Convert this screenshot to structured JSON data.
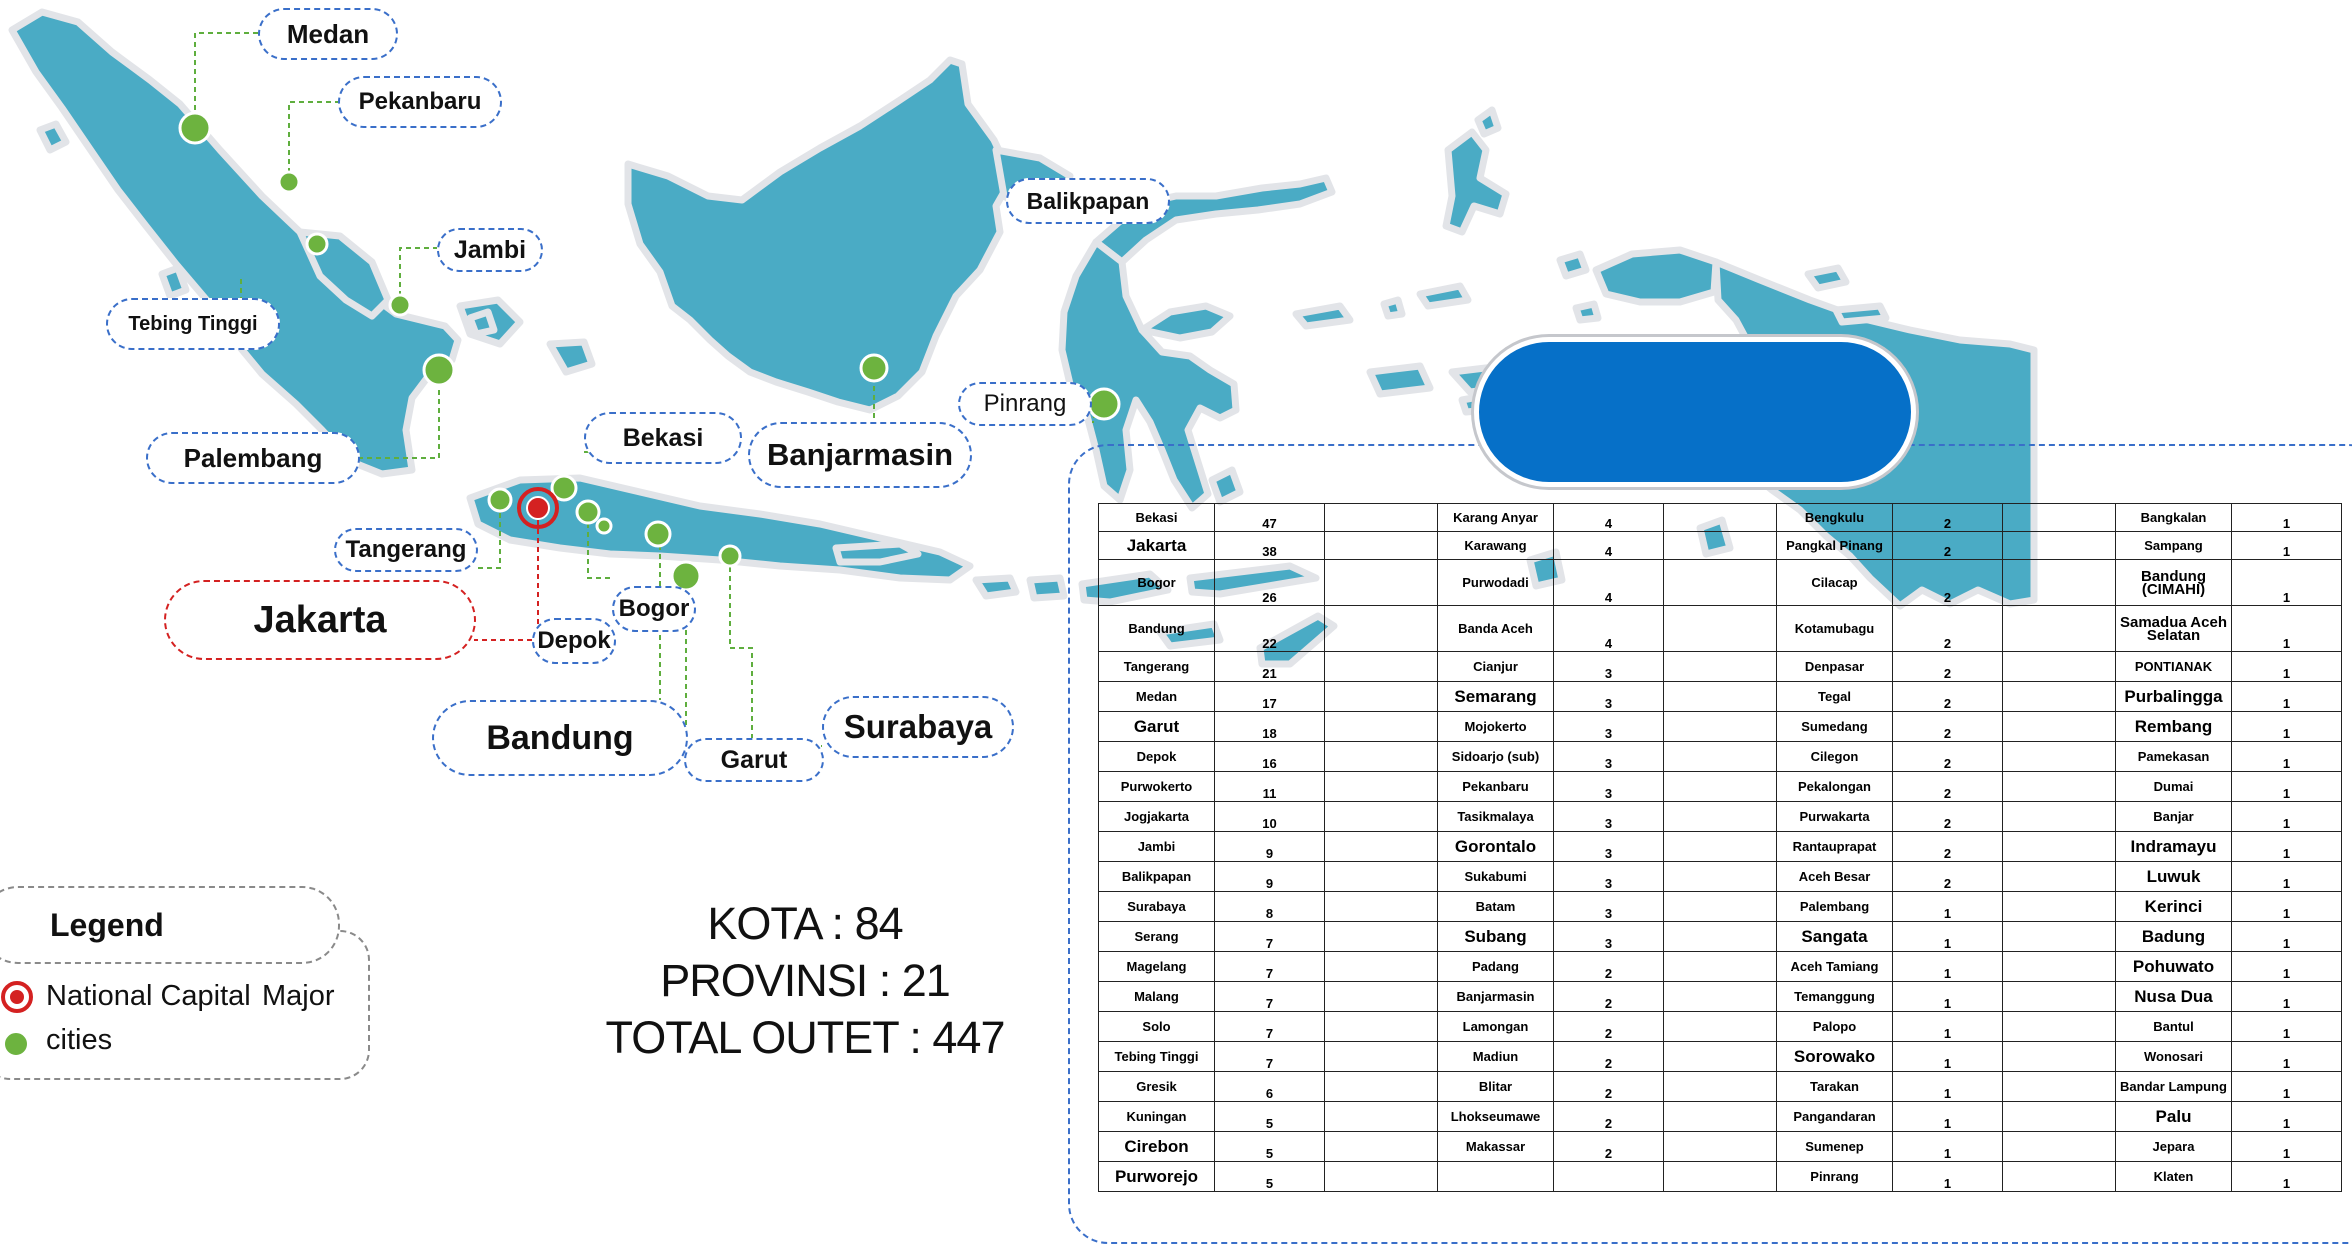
{
  "labels": {
    "medan": "Medan",
    "pekanbaru": "Pekanbaru",
    "jambi": "Jambi",
    "tebing_tinggi": "Tebing Tinggi",
    "palembang": "Palembang",
    "bekasi": "Bekasi",
    "banjarmasin": "Banjarmasin",
    "balikpapan": "Balikpapan",
    "pinrang": "Pinrang",
    "tangerang": "Tangerang",
    "jakarta": "Jakarta",
    "depok": "Depok",
    "bogor": "Bogor",
    "bandung": "Bandung",
    "garut": "Garut",
    "surabaya": "Surabaya"
  },
  "colors": {
    "land": "#4aabc5",
    "city_dot": "#6db33f",
    "capital": "#d42121",
    "callout_border": "#3a6fc9",
    "title_pill": "#0670c8"
  },
  "summary": {
    "kota": "KOTA : 84",
    "provinsi": "PROVINSI : 21",
    "total": "TOTAL OUTET : 447"
  },
  "legend": {
    "title": "Legend",
    "capital_label": "National Capital",
    "major_label": "Major",
    "cities_label": "cities",
    "capital_icon": "capital-marker-icon",
    "city_icon": "city-dot-icon"
  },
  "table": {
    "rows": [
      [
        "Bekasi",
        "47",
        "",
        "Karang Anyar",
        "4",
        "",
        "Bengkulu",
        "2",
        "",
        "Bangkalan",
        "1"
      ],
      [
        "Jakarta",
        "38",
        "",
        "Karawang",
        "4",
        "",
        "Pangkal Pinang",
        "2",
        "",
        "Sampang",
        "1"
      ],
      [
        "Bogor",
        "26",
        "",
        "Purwodadi",
        "4",
        "",
        "Cilacap",
        "2",
        "",
        "Bandung (CIMAHI)",
        "1"
      ],
      [
        "Bandung",
        "22",
        "",
        "Banda Aceh",
        "4",
        "",
        "Kotamubagu",
        "2",
        "",
        "Samadua Aceh Selatan",
        "1"
      ],
      [
        "Tangerang",
        "21",
        "",
        "Cianjur",
        "3",
        "",
        "Denpasar",
        "2",
        "",
        "PONTIANAK",
        "1"
      ],
      [
        "Medan",
        "17",
        "",
        "Semarang",
        "3",
        "",
        "Tegal",
        "2",
        "",
        "Purbalingga",
        "1"
      ],
      [
        "Garut",
        "18",
        "",
        "Mojokerto",
        "3",
        "",
        "Sumedang",
        "2",
        "",
        "Rembang",
        "1"
      ],
      [
        "Depok",
        "16",
        "",
        "Sidoarjo (sub)",
        "3",
        "",
        "Cilegon",
        "2",
        "",
        "Pamekasan",
        "1"
      ],
      [
        "Purwokerto",
        "11",
        "",
        "Pekanbaru",
        "3",
        "",
        "Pekalongan",
        "2",
        "",
        "Dumai",
        "1"
      ],
      [
        "Jogjakarta",
        "10",
        "",
        "Tasikmalaya",
        "3",
        "",
        "Purwakarta",
        "2",
        "",
        "Banjar",
        "1"
      ],
      [
        "Jambi",
        "9",
        "",
        "Gorontalo",
        "3",
        "",
        "Rantauprapat",
        "2",
        "",
        "Indramayu",
        "1"
      ],
      [
        "Balikpapan",
        "9",
        "",
        "Sukabumi",
        "3",
        "",
        "Aceh Besar",
        "2",
        "",
        "Luwuk",
        "1"
      ],
      [
        "Surabaya",
        "8",
        "",
        "Batam",
        "3",
        "",
        "Palembang",
        "1",
        "",
        "Kerinci",
        "1"
      ],
      [
        "Serang",
        "7",
        "",
        "Subang",
        "3",
        "",
        "Sangata",
        "1",
        "",
        "Badung",
        "1"
      ],
      [
        "Magelang",
        "7",
        "",
        "Padang",
        "2",
        "",
        "Aceh Tamiang",
        "1",
        "",
        "Pohuwato",
        "1"
      ],
      [
        "Malang",
        "7",
        "",
        "Banjarmasin",
        "2",
        "",
        "Temanggung",
        "1",
        "",
        "Nusa Dua",
        "1"
      ],
      [
        "Solo",
        "7",
        "",
        "Lamongan",
        "2",
        "",
        "Palopo",
        "1",
        "",
        "Bantul",
        "1"
      ],
      [
        "Tebing Tinggi",
        "7",
        "",
        "Madiun",
        "2",
        "",
        "Sorowako",
        "1",
        "",
        "Wonosari",
        "1"
      ],
      [
        "Gresik",
        "6",
        "",
        "Blitar",
        "2",
        "",
        "Tarakan",
        "1",
        "",
        "Bandar Lampung",
        "1"
      ],
      [
        "Kuningan",
        "5",
        "",
        "Lhokseumawe",
        "2",
        "",
        "Pangandaran",
        "1",
        "",
        "Palu",
        "1"
      ],
      [
        "Cirebon",
        "5",
        "",
        "Makassar",
        "2",
        "",
        "Sumenep",
        "1",
        "",
        "Jepara",
        "1"
      ],
      [
        "Purworejo",
        "5",
        "",
        "",
        "",
        "",
        "Pinrang",
        "1",
        "",
        "Klaten",
        "1"
      ]
    ]
  }
}
